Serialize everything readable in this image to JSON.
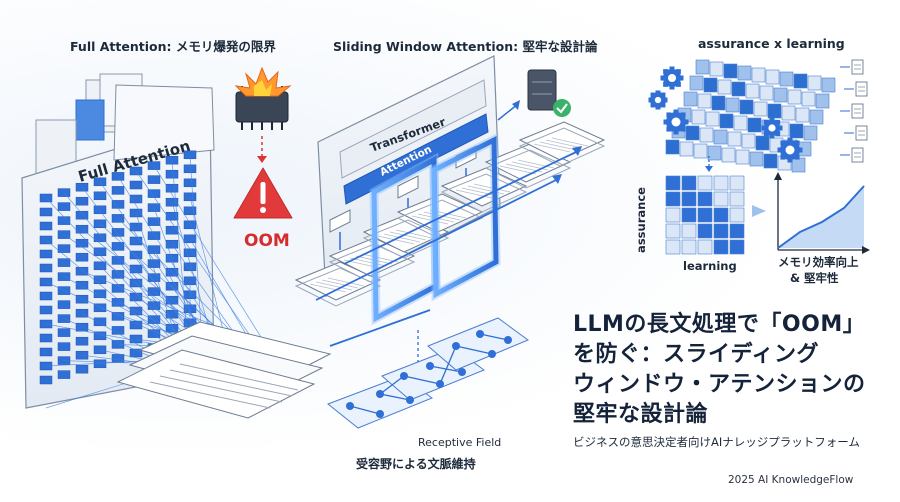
{
  "panels": {
    "full": {
      "heading": "Full Attention: メモリ爆発の限界",
      "doc_label": "Full Attention",
      "oom": "OOM"
    },
    "sliding": {
      "heading": "Sliding Window Attention: 堅牢な設計論",
      "transformer": "Transformer",
      "attention": "Attention",
      "receptive_en": "Receptive Field",
      "receptive_jp": "受容野による文脈維持"
    },
    "assurance": {
      "heading": "assurance x learning",
      "axis_y": "assurance",
      "axis_x": "learning",
      "result_line1": "メモリ効率向上",
      "result_line2": "& 堅牢性"
    }
  },
  "title_lines": [
    "LLMの長文処理で「OOM」",
    "を防ぐ：スライディング",
    "ウィンドウ・アテンションの",
    "堅牢な設計論"
  ],
  "subtitle": "ビジネスの意思決定者向けAIナレッジプラットフォーム",
  "footer": "2025 AI KnowledgeFlow",
  "colors": {
    "accent": "#2f6fd6",
    "alert": "#e23a3a",
    "check": "#3bb26b",
    "grid_dark": "#2c6fd1",
    "grid_light": "#dbe7f7"
  }
}
